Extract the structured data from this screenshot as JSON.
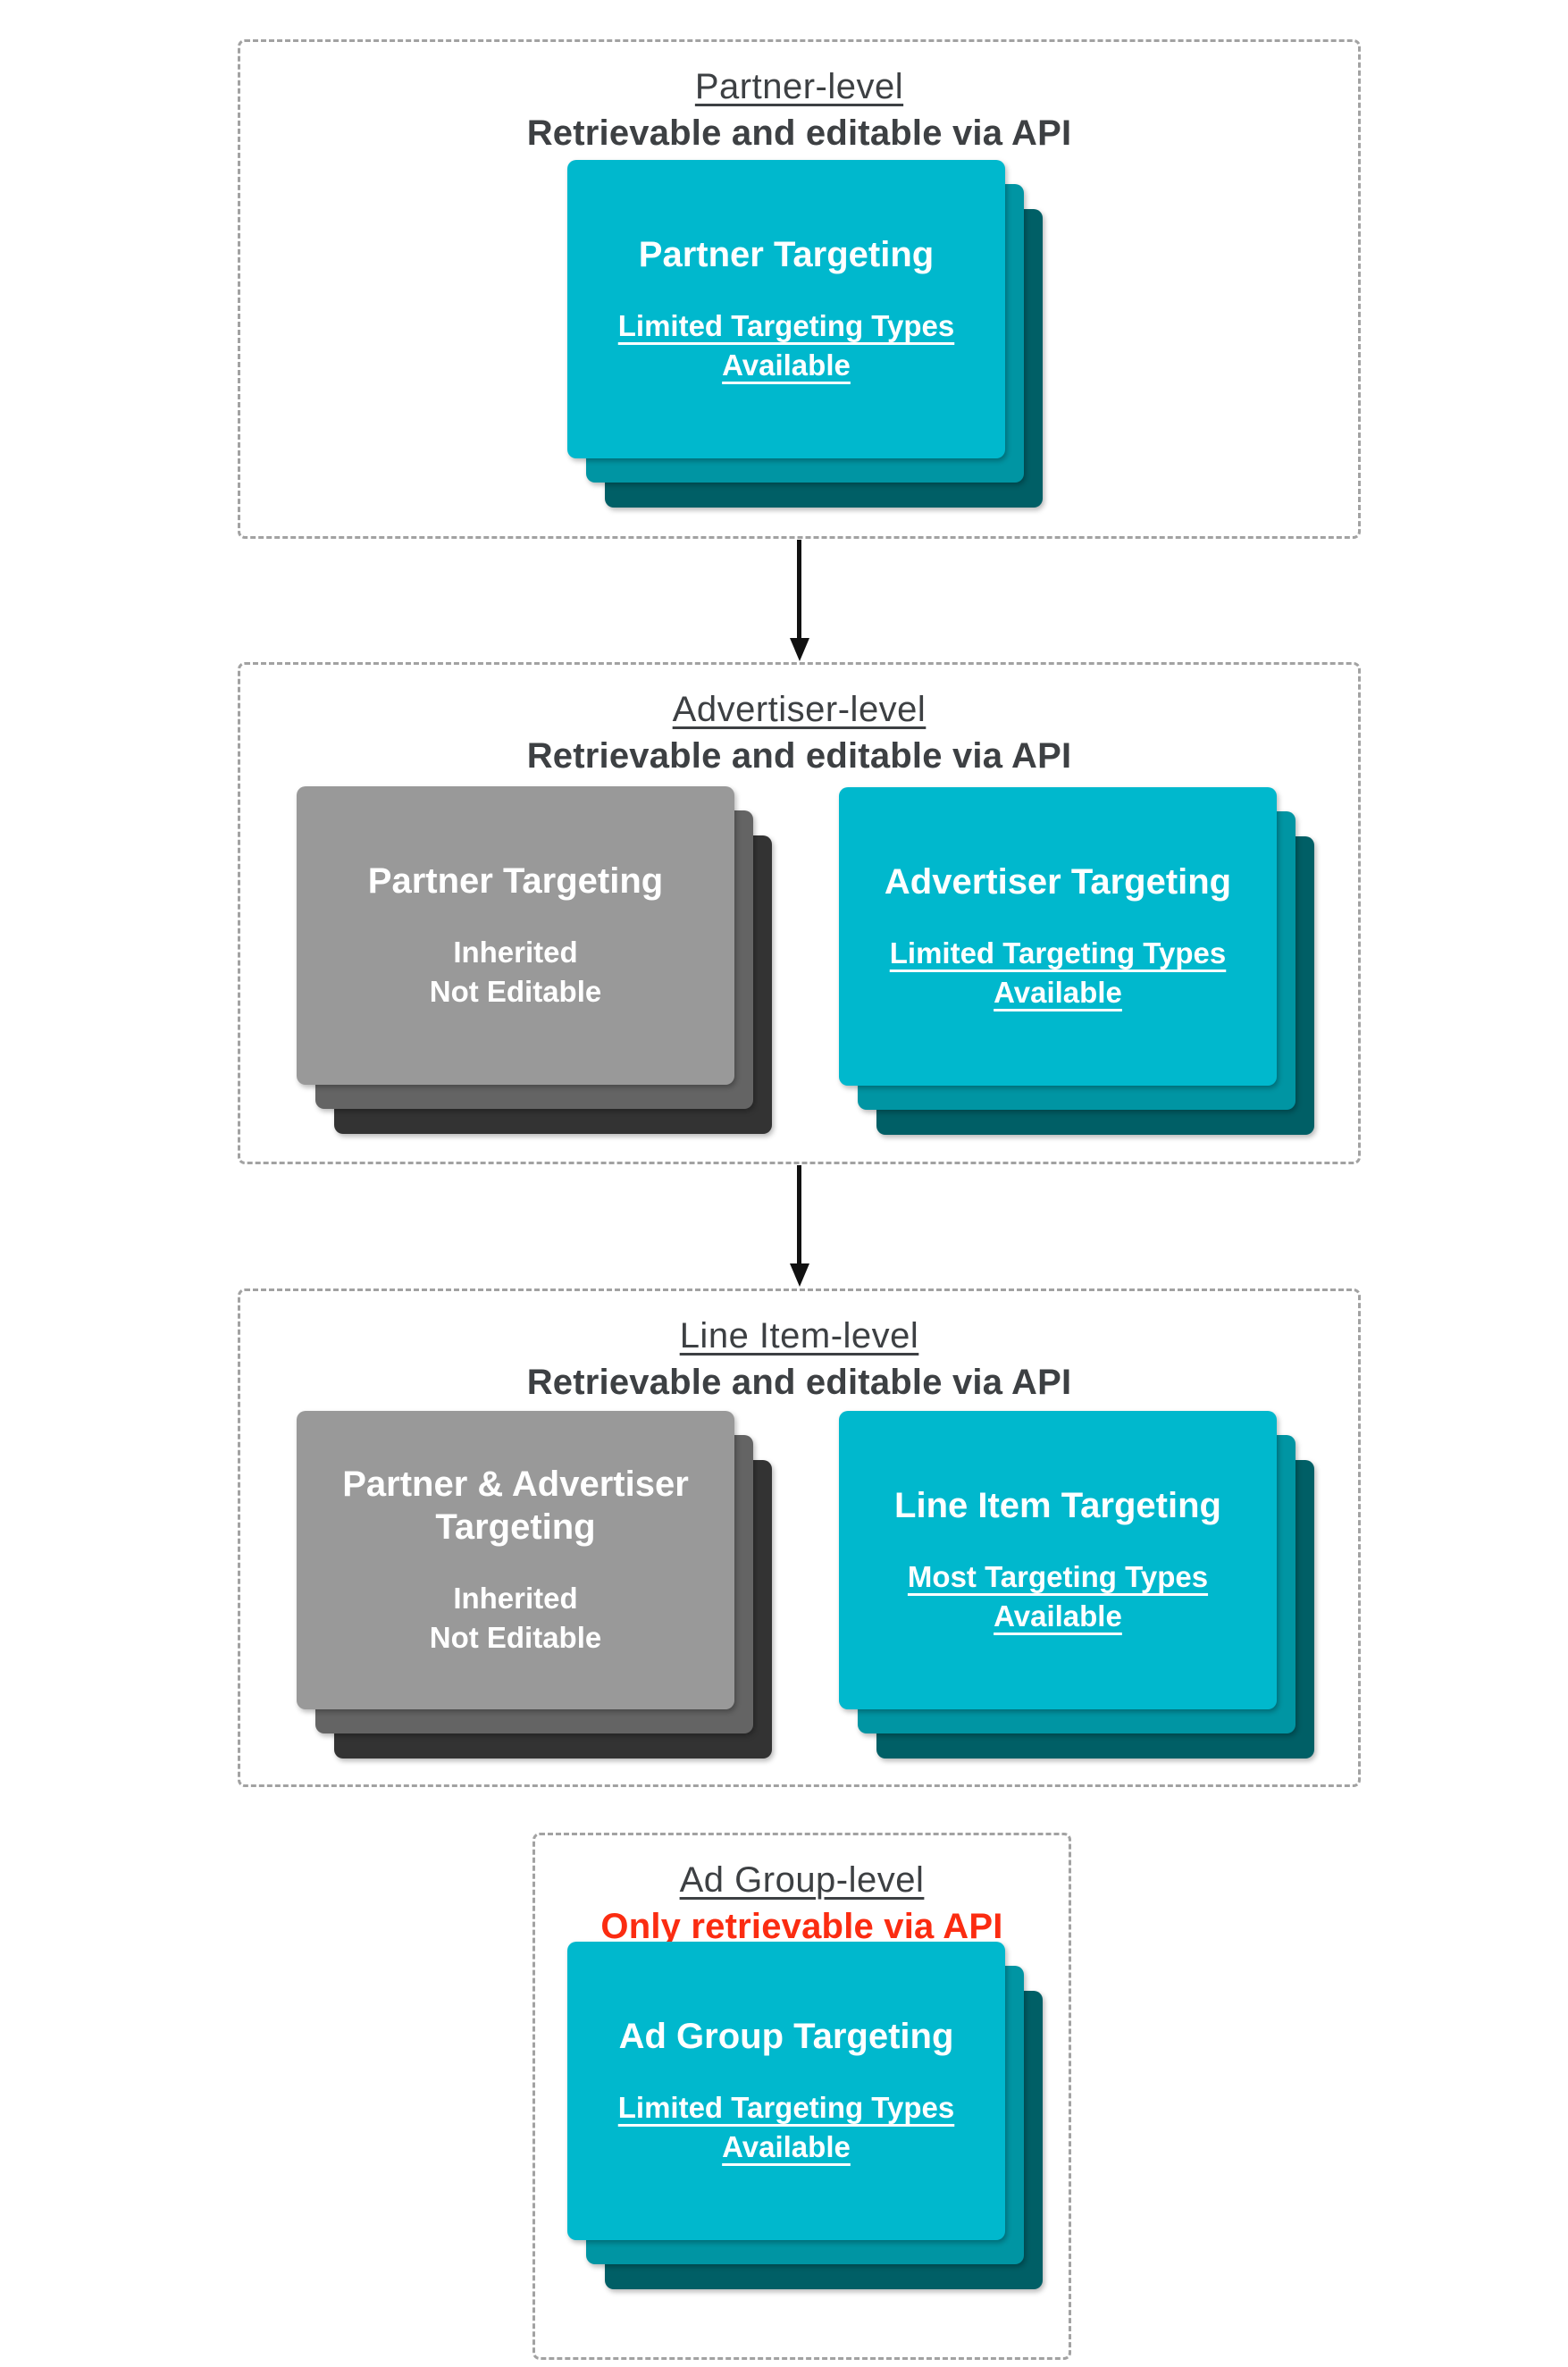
{
  "palette": {
    "cyan_front": "#00b8cd",
    "cyan_mid": "#0095a3",
    "cyan_back": "#005f66",
    "gray_front": "#999999",
    "gray_mid": "#646464",
    "gray_back": "#333333",
    "heading": "#3d4043",
    "red": "#fb2c11",
    "dash": "#a2a2a2",
    "card_text": "#ffffff",
    "arrow": "#111111"
  },
  "sections": [
    {
      "title": "Partner-level",
      "subtitle": "Retrievable and editable via API",
      "subtitle_color": "dark",
      "cards": [
        {
          "variant": "cyan",
          "title_lines": [
            "Partner Targeting"
          ],
          "body_lines": [
            "Limited Targeting Types",
            "Available"
          ],
          "body_underlined": true
        }
      ]
    },
    {
      "title": "Advertiser-level",
      "subtitle": "Retrievable and editable via API",
      "subtitle_color": "dark",
      "cards": [
        {
          "variant": "gray",
          "title_lines": [
            "Partner Targeting"
          ],
          "body_lines": [
            "Inherited",
            "Not Editable"
          ],
          "body_underlined": false
        },
        {
          "variant": "cyan",
          "title_lines": [
            "Advertiser Targeting"
          ],
          "body_lines": [
            "Limited Targeting Types",
            "Available"
          ],
          "body_underlined": true
        }
      ]
    },
    {
      "title": "Line Item-level",
      "subtitle": "Retrievable and editable via API",
      "subtitle_color": "dark",
      "cards": [
        {
          "variant": "gray",
          "title_lines": [
            "Partner & Advertiser",
            "Targeting"
          ],
          "body_lines": [
            "Inherited",
            "Not Editable"
          ],
          "body_underlined": false
        },
        {
          "variant": "cyan",
          "title_lines": [
            "Line Item Targeting"
          ],
          "body_lines": [
            "Most Targeting Types",
            "Available"
          ],
          "body_underlined": true
        }
      ]
    },
    {
      "title": "Ad Group-level",
      "subtitle": "Only retrievable via API",
      "subtitle_color": "red",
      "cards": [
        {
          "variant": "cyan",
          "title_lines": [
            "Ad Group Targeting"
          ],
          "body_lines": [
            "Limited Targeting Types",
            "Available"
          ],
          "body_underlined": true
        }
      ]
    }
  ]
}
